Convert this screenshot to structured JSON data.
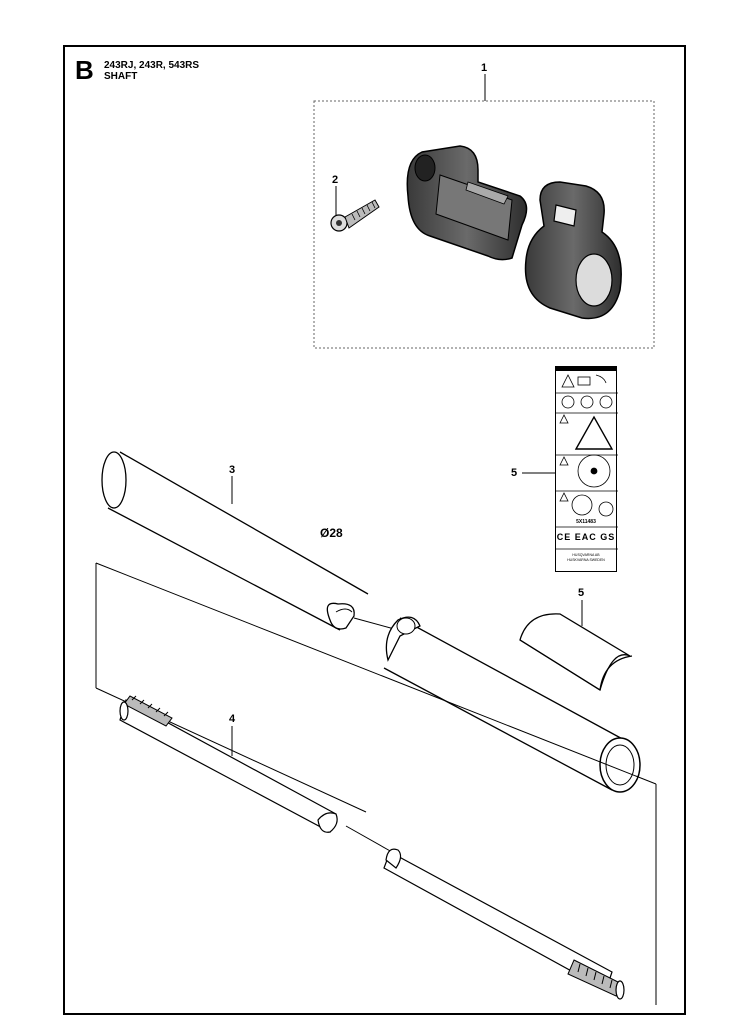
{
  "header": {
    "section_letter": "B",
    "models": "243RJ, 243R, 543RS",
    "title": "SHAFT"
  },
  "callouts": {
    "c1": "1",
    "c2": "2",
    "c3": "3",
    "c4": "4",
    "c5a": "5",
    "c5b": "5"
  },
  "dimension": "Ø28",
  "decal": {
    "code": "5X11483",
    "marks": "CE EAC GS",
    "manufacturer_line1": "HUSQVARNA AB",
    "manufacturer_line2": "HUSKVARNA SWEDEN"
  },
  "colors": {
    "line": "#000000",
    "part_fill": "#555555",
    "part_dark": "#2a2a2a",
    "tube_fill": "#ffffff",
    "dotted_box": "#666666"
  }
}
